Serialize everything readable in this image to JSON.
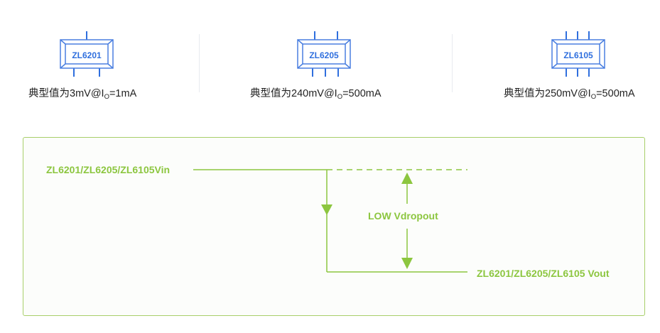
{
  "chips": [
    {
      "name": "ZL6201",
      "caption_pre": "典型值为3mV@I",
      "caption_sub": "O",
      "caption_post": "=1mA",
      "top_pins": 1,
      "bottom_pins": 2
    },
    {
      "name": "ZL6205",
      "caption_pre": "典型值为240mV@I",
      "caption_sub": "O",
      "caption_post": "=500mA",
      "top_pins": 2,
      "bottom_pins": 3
    },
    {
      "name": "ZL6105",
      "caption_pre": "典型值为250mV@I",
      "caption_sub": "O",
      "caption_post": "=500mA",
      "top_pins": 3,
      "bottom_pins": 3
    }
  ],
  "diagram": {
    "vin_label": "ZL6201/ZL6205/ZL6105Vin",
    "vout_label": "ZL6201/ZL6205/ZL6105 Vout",
    "dropout_label": "LOW Vdropout"
  },
  "colors": {
    "chip_blue": "#2f6fde",
    "chip_outline": "#4a7fe0",
    "diagram_green": "#8cc63f",
    "panel_border": "#a8cf6a"
  }
}
